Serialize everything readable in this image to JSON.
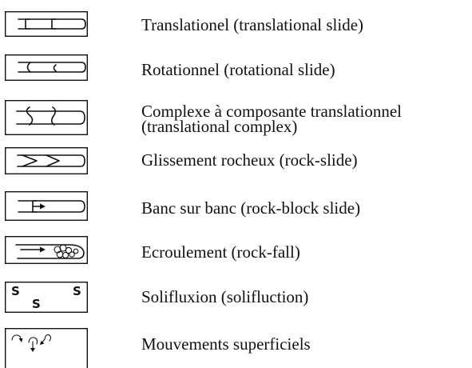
{
  "legend": [
    {
      "label": "Translationel (translational slide)",
      "icon": "translational-slide-icon"
    },
    {
      "label": "Rotationnel (rotational slide)",
      "icon": "rotational-slide-icon"
    },
    {
      "label_line1": "Complexe à composante translationnel",
      "label_line2": "(translational complex)",
      "icon": "translational-complex-icon"
    },
    {
      "label": "Glissement rocheux (rock-slide)",
      "icon": "rock-slide-icon"
    },
    {
      "label": "Banc sur banc (rock-block slide)",
      "icon": "rock-block-slide-icon"
    },
    {
      "label": "Ecroulement (rock-fall)",
      "icon": "rock-fall-icon"
    },
    {
      "label": "Solifluxion (solifluction)",
      "icon": "solifluction-icon",
      "symbol": "S"
    },
    {
      "label": "Mouvements superficiels",
      "icon": "superficial-movements-icon"
    }
  ],
  "colors": {
    "ink": "#111111",
    "background": "#ffffff"
  }
}
